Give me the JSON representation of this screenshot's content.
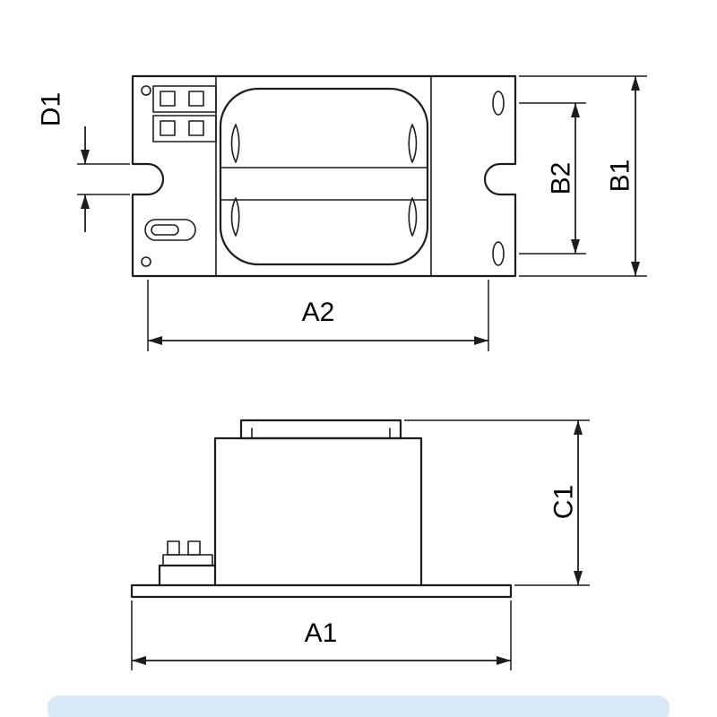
{
  "drawing": {
    "type": "dimensional-drawing",
    "views": [
      {
        "id": "top-view"
      },
      {
        "id": "side-view"
      }
    ],
    "dimensions": {
      "d1": {
        "label": "D1"
      },
      "b2": {
        "label": "B2"
      },
      "b1": {
        "label": "B1"
      },
      "a2": {
        "label": "A2"
      },
      "a1": {
        "label": "A1"
      },
      "c1": {
        "label": "C1"
      }
    },
    "colors": {
      "line": "#1d1d1b",
      "background": "#ffffff",
      "footer_band": "#d7e9f7"
    }
  }
}
